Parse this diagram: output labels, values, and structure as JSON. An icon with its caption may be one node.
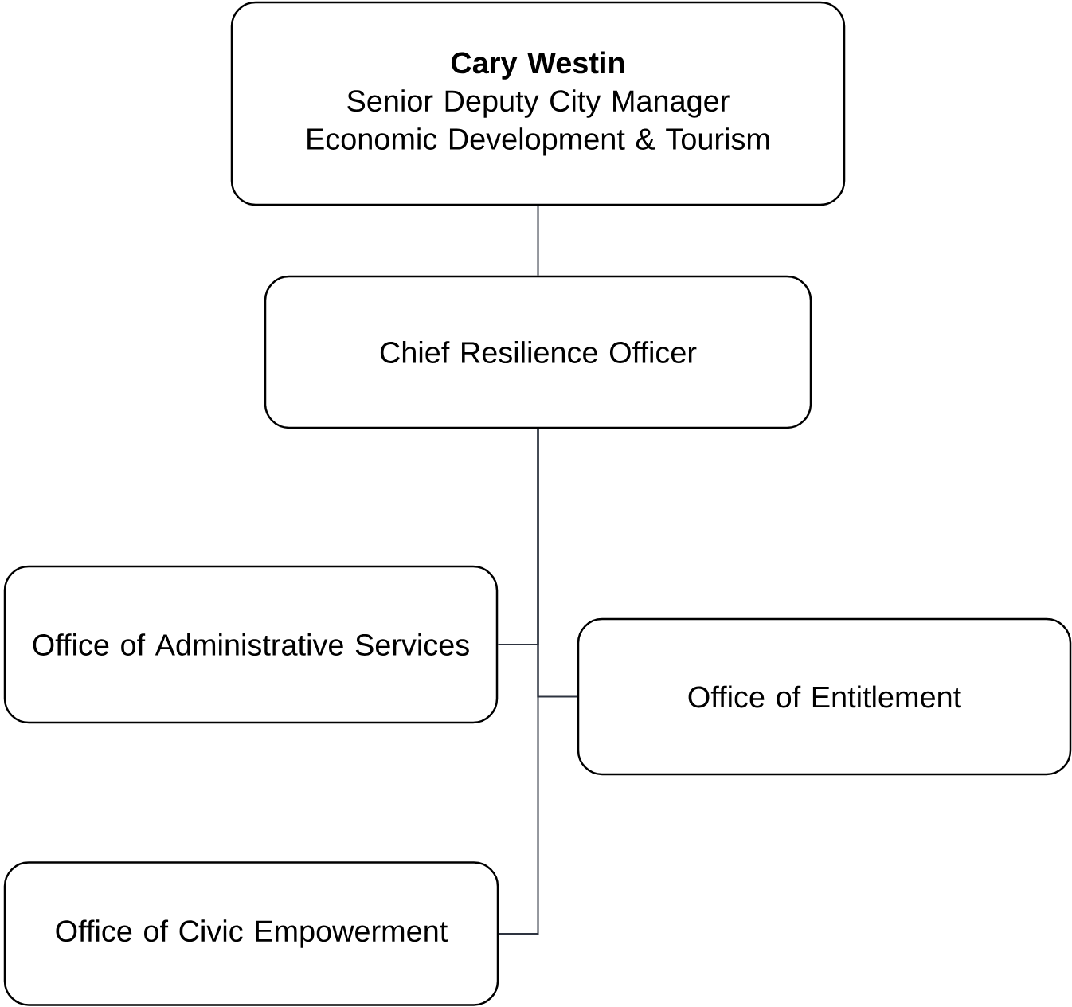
{
  "diagram": {
    "nodes": [
      {
        "text": [
          "Cary Westin",
          "Senior Deputy City Manager Economic Development & Tourism"
        ]
      },
      {
        "text": [
          "Chief Resilience Officer"
        ]
      },
      {
        "text": [
          "Office of Administrative Services"
        ]
      },
      {
        "text": [
          "Office of Entitlement"
        ]
      },
      {
        "text": [
          "Office of Civic Empowerment"
        ]
      }
    ],
    "edges": [
      {
        "from": 0,
        "to": 1,
        "arrow": "none"
      },
      {
        "from": 1,
        "to": 2,
        "arrow": "none"
      },
      {
        "from": 1,
        "to": 3,
        "arrow": "none"
      },
      {
        "from": 1,
        "to": 4,
        "arrow": "none"
      }
    ]
  }
}
